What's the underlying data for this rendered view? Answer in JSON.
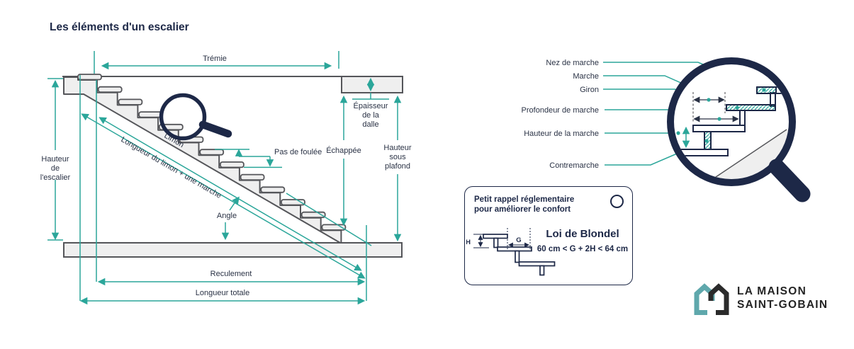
{
  "title": "Les éléments d'un escalier",
  "colors": {
    "teal": "#2BA69A",
    "navy": "#1D2847",
    "text": "#2A3245",
    "stair_fill": "#EFEFEF",
    "stair_stroke": "#55565A"
  },
  "diagram": {
    "labels": {
      "tremie": "Trémie",
      "hauteur_escalier": [
        "Hauteur",
        "de",
        "l'escalier"
      ],
      "limon": "Limon",
      "longueur_limon": "Longueur du limon + une marche",
      "pas_de_foulee": "Pas de foulée",
      "echappee": "Échappée",
      "epaisseur_dalle": [
        "Épaisseur",
        "de la",
        "dalle"
      ],
      "hauteur_sous_plafond": [
        "Hauteur",
        "sous",
        "plafond"
      ],
      "angle": "Angle",
      "reculement": "Reculement",
      "longueur_totale": "Longueur totale"
    }
  },
  "detail": {
    "labels": [
      "Nez de marche",
      "Marche",
      "Giron",
      "Profondeur de marche",
      "Hauteur de la marche",
      "Contremarche"
    ]
  },
  "card": {
    "title_line1": "Petit rappel réglementaire",
    "title_line2": "pour améliorer le confort",
    "law_title": "Loi de Blondel",
    "formula": "60 cm < G + 2H < 64 cm",
    "h_label": "H",
    "g_label": "G"
  },
  "logo": {
    "line1": "LA MAISON",
    "line2": "SAINT-GOBAIN"
  }
}
